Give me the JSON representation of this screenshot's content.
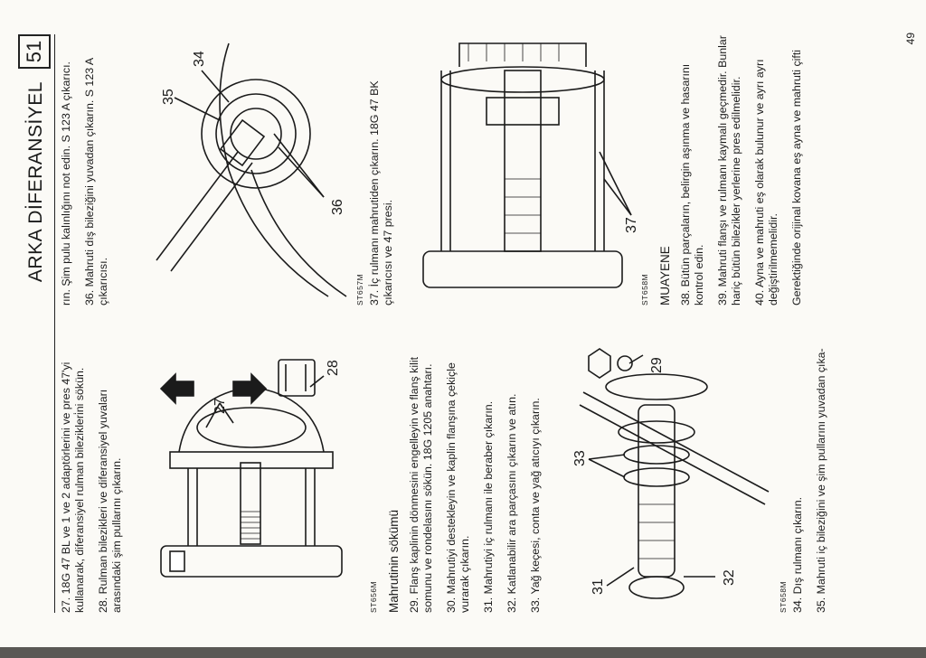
{
  "header": {
    "title": "ARKA DİFERANSİYEL",
    "page_number": "51"
  },
  "left_column": {
    "step27": "27. 18G 47 BL ve 1 ve 2 adaptörlerini ve pres 47'yi kullanarak, diferansiyel rulman bilezikleri̇ni sökün.",
    "step28": "28. Rulman bilezikleri ve diferansiyel yuvaları arasındaki şim pullarını çıkarın.",
    "fig1": {
      "code": "ST656M",
      "callouts": [
        "27",
        "28"
      ]
    },
    "section_heading": "Mahrutinin sökümü",
    "step29": "29. Flanş kaplinin dönmesini engelleyin ve flanş kilit somunu ve rondelasını sökün. 18G 1205 anahtarı.",
    "step30": "30. Mahrutiyi destekleyin ve kaplin flanşına çekiçle vurarak çıkarın.",
    "step31": "31. Mahrutiyi iç rulmanı ile beraber çıkarın.",
    "step32": "32. Katlanabilir ara parçasını çıkarın ve atın.",
    "step33": "33. Yağ keçesi, conta ve yağ atıcıyı çıkarın.",
    "fig2": {
      "code": "ST658M",
      "callouts": [
        "29",
        "31",
        "32",
        "33"
      ]
    },
    "step34": "34. Dış rulmanı çıkarın.",
    "step35": "35. Mahruti iç bileziğini ve şim pullarını yuvadan çıka-"
  },
  "right_column": {
    "continuation": "rın. Şim pulu kalınlığını not edin. S 123 A çıkarıcı.",
    "step36": "36. Mahruti dış bileziğini yuvadan çıkarın. S 123 A çıkarıcısı.",
    "fig3": {
      "code": "ST657M",
      "callouts": [
        "34",
        "35",
        "36"
      ]
    },
    "step37": "37. İç rulmanı mahrutiden çıkarın. 18G 47 BK çıkarıcısı ve 47 presi.",
    "fig4": {
      "code": "ST658M",
      "callouts": [
        "37"
      ]
    },
    "section_heading": "MUAYENE",
    "step38": "38. Bütün parçaların, belirgin aşınma ve hasarını kontrol edin.",
    "step39": "39. Mahruti flanşı ve rulmanı kaymalı geçmedir. Bunlar hariç bütün bilezikler yerlerine pres edilmelidir.",
    "step40": "40. Ayna ve mahruti eş olarak bulunur ve ayrı ayrı değiştirilmemelidir.",
    "final": "Gerektiğinde orijinal kovana eş ayna ve mahruti çifti"
  },
  "footer": {
    "page_number": "49"
  }
}
